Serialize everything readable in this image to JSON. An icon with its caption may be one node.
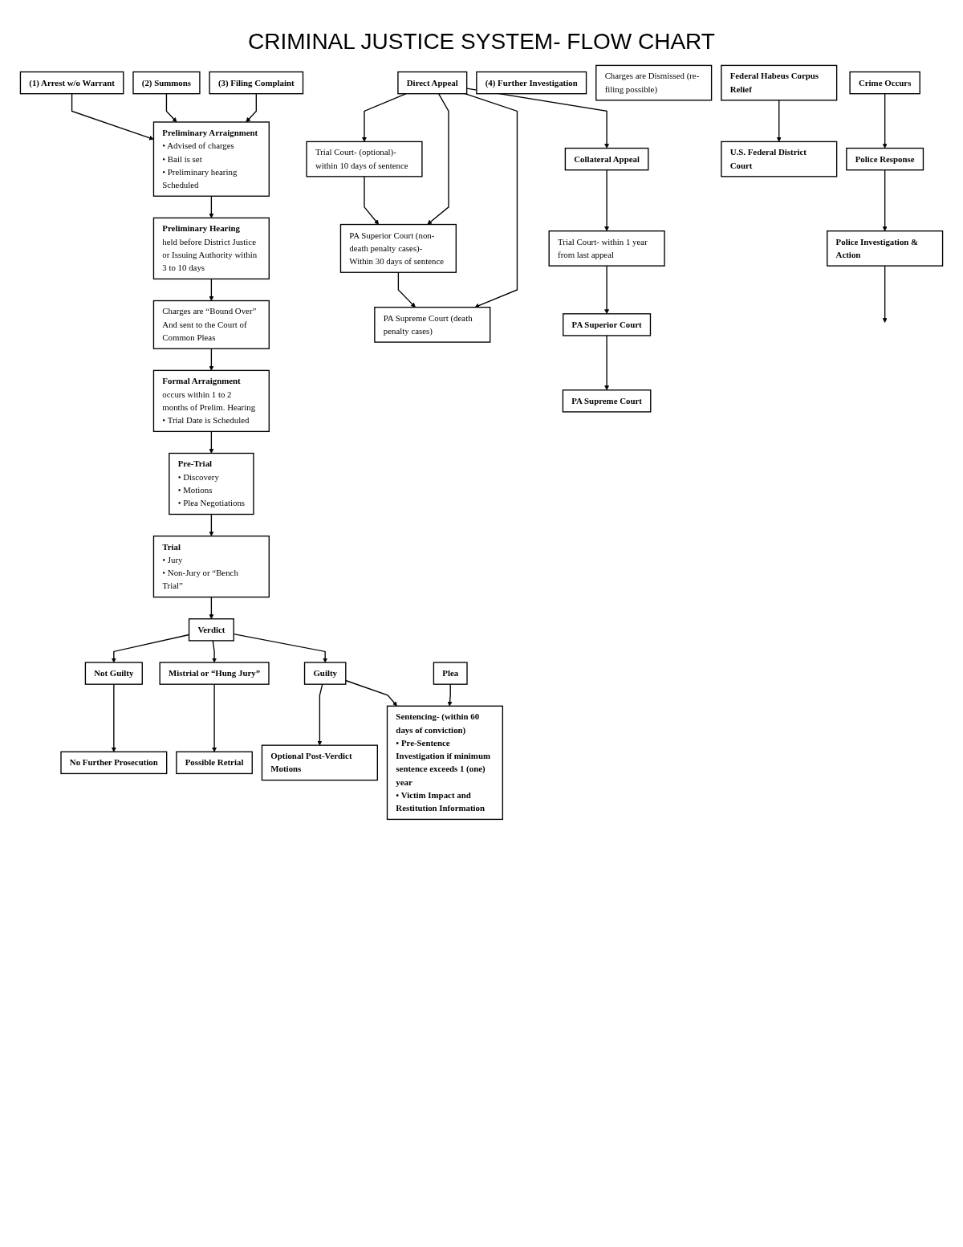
{
  "diagram": {
    "title": "CRIMINAL JUSTICE SYSTEM- FLOW CHART",
    "nodes": [
      {
        "text": [
          "Crime Occurs"
        ]
      },
      {
        "text": [
          "Police Response"
        ]
      },
      {
        "text": [
          "Police Investigation & Action"
        ]
      },
      {
        "text": [
          "(1) Arrest w/o Warrant"
        ]
      },
      {
        "text": [
          "(2) Summons"
        ]
      },
      {
        "text": [
          "(3) Filing Complaint"
        ]
      },
      {
        "text": [
          "(4) Further Investigation"
        ]
      },
      {
        "text": [
          "Preliminary Arraignment",
          "• Advised of charges",
          "• Bail is set",
          "• Preliminary hearing Scheduled"
        ]
      },
      {
        "text": [
          "Preliminary Hearing",
          "held before District Justice or Issuing Authority within 3 to 10 days"
        ]
      },
      {
        "text": [
          "Charges are “Bound Over” And sent to the Court of Common Pleas"
        ]
      },
      {
        "text": [
          "Charges are Dismissed (re-filing possible)"
        ]
      },
      {
        "text": [
          "Formal Arraignment",
          "occurs within 1 to 2 months of Prelim. Hearing",
          "• Trial Date is Scheduled"
        ]
      },
      {
        "text": [
          "Pre-Trial",
          "• Discovery",
          "• Motions",
          "• Plea Negotiations"
        ]
      },
      {
        "text": [
          "Trial",
          "• Jury",
          "• Non-Jury or “Bench Trial”"
        ]
      },
      {
        "text": [
          "Verdict"
        ]
      },
      {
        "text": [
          "Not Guilty"
        ]
      },
      {
        "text": [
          "No Further Prosecution"
        ]
      },
      {
        "text": [
          "Mistrial or “Hung Jury”"
        ]
      },
      {
        "text": [
          "Possible Retrial"
        ]
      },
      {
        "text": [
          "Guilty"
        ]
      },
      {
        "text": [
          "Optional Post-Verdict Motions"
        ]
      },
      {
        "text": [
          "Plea"
        ]
      },
      {
        "text": [
          "Sentencing- (within 60 days of conviction)",
          "• Pre-Sentence Investigation if minimum sentence exceeds 1 (one) year",
          "• Victim Impact and Restitution Information"
        ]
      },
      {
        "text": [
          "Direct Appeal"
        ]
      },
      {
        "text": [
          "Trial Court- (optional)- within 10 days of sentence"
        ]
      },
      {
        "text": [
          "PA Superior Court (non-death penalty cases)- Within 30 days of sentence"
        ]
      },
      {
        "text": [
          "PA Supreme Court (death penalty cases)"
        ]
      },
      {
        "text": [
          "Collateral Appeal"
        ]
      },
      {
        "text": [
          "Trial Court- within 1 year from last appeal"
        ]
      },
      {
        "text": [
          "PA Superior Court"
        ]
      },
      {
        "text": [
          "PA Supreme Court"
        ]
      },
      {
        "text": [
          "Federal Habeus Corpus Relief"
        ]
      },
      {
        "text": [
          "U.S. Federal District Court"
        ]
      }
    ],
    "edges": [
      {
        "from": 0,
        "to": 1,
        "arrow": "to"
      },
      {
        "from": 1,
        "to": 2,
        "arrow": "to"
      },
      {
        "from": 2,
        "to": null,
        "arrow": "to"
      },
      {
        "from": 3,
        "to": 7,
        "arrow": "to"
      },
      {
        "from": 4,
        "to": 7,
        "arrow": "to"
      },
      {
        "from": 5,
        "to": 7,
        "arrow": "to"
      },
      {
        "from": 7,
        "to": 8,
        "arrow": "to"
      },
      {
        "from": 8,
        "to": 9,
        "arrow": "to"
      },
      {
        "from": 9,
        "to": 11,
        "arrow": "to"
      },
      {
        "from": 11,
        "to": 12,
        "arrow": "to"
      },
      {
        "from": 12,
        "to": 13,
        "arrow": "to"
      },
      {
        "from": 13,
        "to": 14,
        "arrow": "to"
      },
      {
        "from": 14,
        "to": 15,
        "arrow": "to"
      },
      {
        "from": 14,
        "to": 17,
        "arrow": "to"
      },
      {
        "from": 14,
        "to": 19,
        "arrow": "to"
      },
      {
        "from": 15,
        "to": 16,
        "arrow": "to"
      },
      {
        "from": 17,
        "to": 18,
        "arrow": "to"
      },
      {
        "from": 19,
        "to": 20,
        "arrow": "to"
      },
      {
        "from": 19,
        "to": 22,
        "arrow": "to"
      },
      {
        "from": 21,
        "to": 22,
        "arrow": "to"
      },
      {
        "from": 23,
        "to": 24,
        "arrow": "to"
      },
      {
        "from": 23,
        "to": 25,
        "arrow": "to"
      },
      {
        "from": 23,
        "to": 26,
        "arrow": "to"
      },
      {
        "from": 23,
        "to": 27,
        "arrow": "to"
      },
      {
        "from": 24,
        "to": 25,
        "arrow": "to"
      },
      {
        "from": 25,
        "to": 26,
        "arrow": "to"
      },
      {
        "from": 27,
        "to": 28,
        "arrow": "to"
      },
      {
        "from": 28,
        "to": 29,
        "arrow": "to"
      },
      {
        "from": 29,
        "to": 30,
        "arrow": "to"
      },
      {
        "from": 31,
        "to": 32,
        "arrow": "to"
      }
    ]
  }
}
